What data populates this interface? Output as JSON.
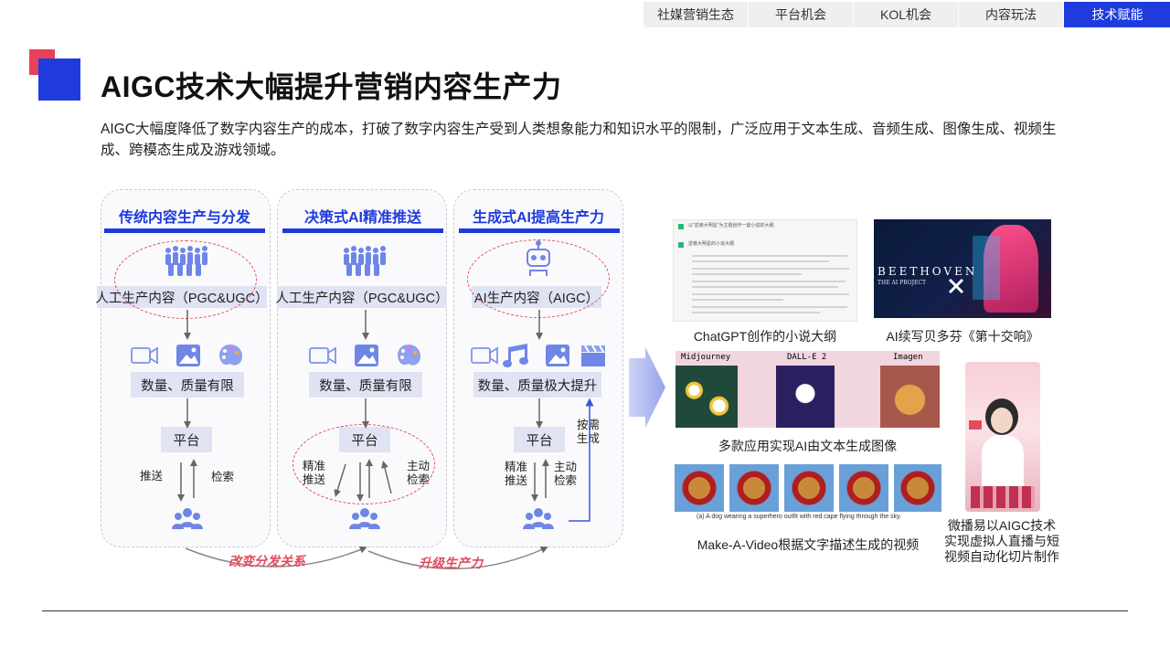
{
  "nav": {
    "tabs": [
      {
        "label": "社媒营销生态",
        "active": false
      },
      {
        "label": "平台机会",
        "active": false
      },
      {
        "label": "KOL机会",
        "active": false
      },
      {
        "label": "内容玩法",
        "active": false
      },
      {
        "label": "技术赋能",
        "active": true
      }
    ]
  },
  "header": {
    "title": "AIGC技术大幅提升营销内容生产力",
    "description": "AIGC大幅度降低了数字内容生产的成本，打破了数字内容生产受到人类想象能力和知识水平的限制，广泛应用于文本生成、音频生成、图像生成、视频生成、跨模态生成及游戏领域。"
  },
  "columns": [
    {
      "title": "传统内容生产与分发",
      "producer": "人工生产内容（PGC&UGC）",
      "output": "数量、质量有限",
      "platform": "平台",
      "left_label": "推送",
      "right_label": "检索"
    },
    {
      "title": "决策式AI精准推送",
      "producer": "人工生产内容（PGC&UGC）",
      "output": "数量、质量有限",
      "platform": "平台",
      "left_label": "精准推送",
      "right_label": "主动检索"
    },
    {
      "title": "生成式AI提高生产力",
      "producer": "AI生产内容（AIGC）",
      "output": "数量、质量极大提升",
      "platform": "平台",
      "left_label": "精准推送",
      "right_label": "主动检索",
      "side_label": "按需生成"
    }
  ],
  "flow_labels": {
    "change": "改变分发关系",
    "upgrade": "升级生产力"
  },
  "examples": {
    "chatgpt_caption": "ChatGPT创作的小说大纲",
    "chat_question": "以\"逆袭大明星\"为主题创作一篇小说的大纲",
    "chat_answer_title": "逆袭大明星的小说大纲",
    "beethoven_caption": "AI续写贝多芬《第十交响》",
    "beethoven_word": "BEETHOVEN",
    "beethoven_sub": "THE AI PROJECT",
    "models": [
      "Midjourney",
      "DALL-E 2",
      "Imagen"
    ],
    "image_caption": "多款应用实现AI由文本生成图像",
    "video_caption_en": "(a) A dog wearing a superhero outfit with red cape flying through the sky.",
    "video_caption": "Make-A-Video根据文字描述生成的视频",
    "live_caption": "微播易以AIGC技术实现虚拟人直播与短视频自动化切片制作"
  },
  "colors": {
    "accent": "#1f3bdc",
    "red": "#e8415a",
    "icon_blue": "#6f86e6",
    "dashed_red": "#e24b5c",
    "label_bg": "#dfe3f3",
    "arrow_gray": "#666666"
  },
  "icons": [
    "people-group-icon",
    "robot-icon",
    "video-camera-icon",
    "image-icon",
    "palette-icon",
    "music-icon",
    "clapperboard-icon",
    "users-icon",
    "big-arrow-icon"
  ]
}
